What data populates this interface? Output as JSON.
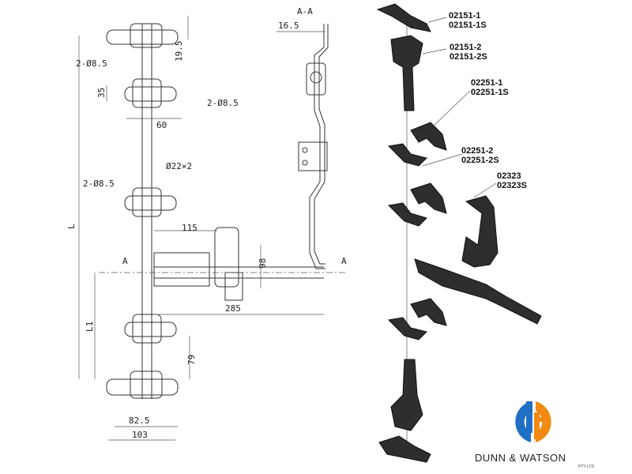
{
  "drawing": {
    "section_title": "A-A",
    "section_marker_left": "A",
    "section_marker_right": "A",
    "dims": {
      "hole_top": "2-Ø8.5",
      "hole_mid": "2-Ø8.5",
      "hole_lower": "2-Ø8.5",
      "d19_5": "19.5",
      "d35": "35",
      "d60": "60",
      "tube": "Ø22×2",
      "d115": "115",
      "d98": "98",
      "d285": "285",
      "L": "L",
      "L1": "L1",
      "d79": "79",
      "d82_5": "82.5",
      "d103": "103",
      "d16_5": "16.5"
    }
  },
  "parts": [
    {
      "codes": [
        "02151-1",
        "02151-1S"
      ]
    },
    {
      "codes": [
        "02151-2",
        "02151-2S"
      ]
    },
    {
      "codes": [
        "02251-1",
        "02251-1S"
      ]
    },
    {
      "codes": [
        "02251-2",
        "02251-2S"
      ]
    },
    {
      "codes": [
        "02323",
        "02323S"
      ]
    }
  ],
  "logo": {
    "name": "DUNN & WATSON",
    "suffix": "PTY LTD",
    "colors": {
      "blue": "#1f6fc4",
      "orange": "#f08a12"
    }
  }
}
